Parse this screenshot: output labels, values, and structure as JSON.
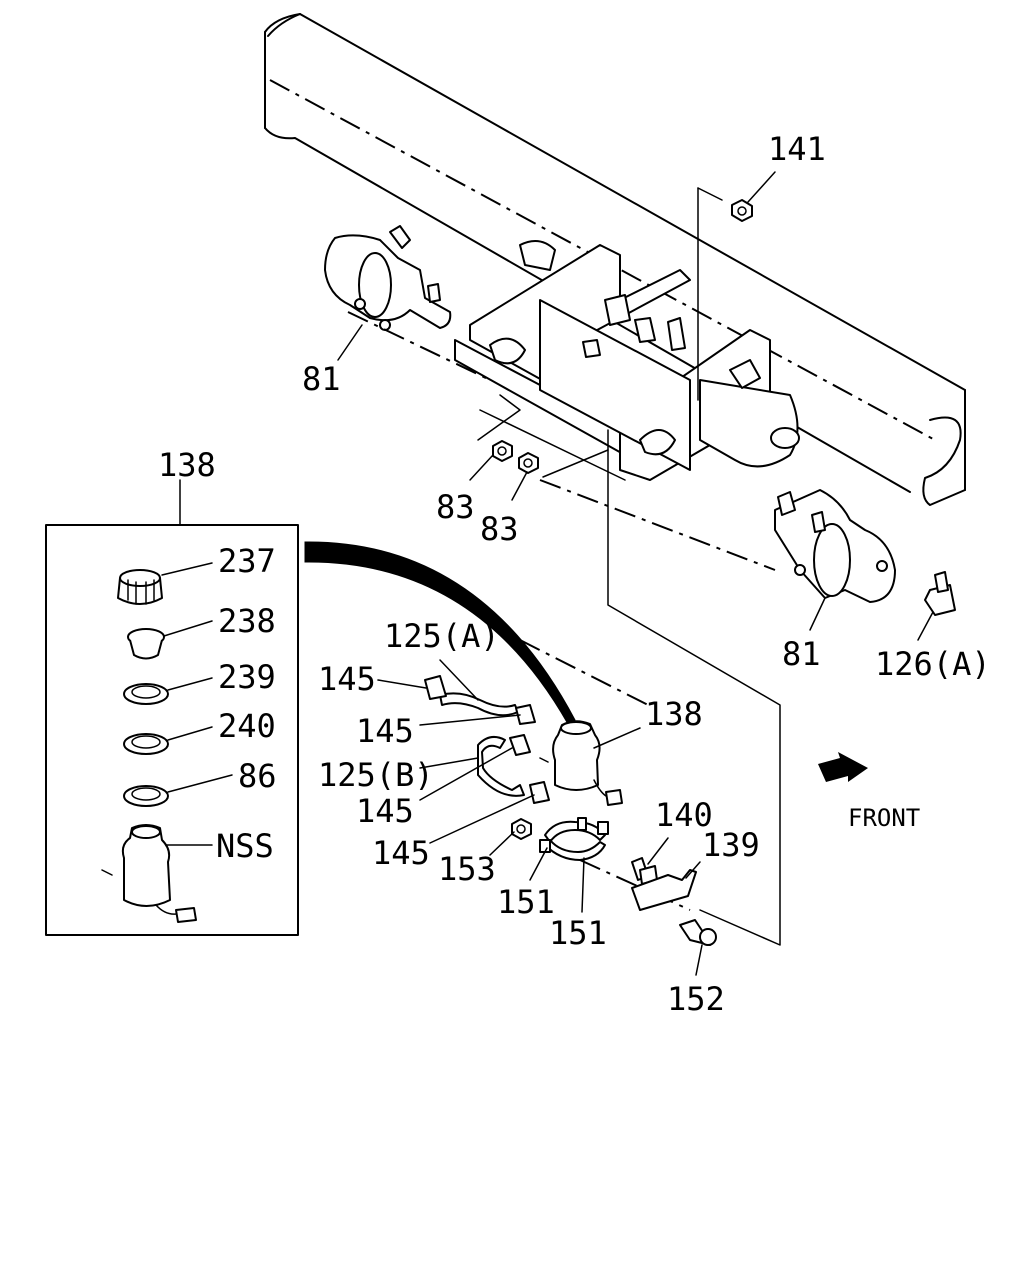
{
  "callouts": {
    "c141": "141",
    "c81_left": "81",
    "c81_right": "81",
    "c83_a": "83",
    "c83_b": "83",
    "c138_box": "138",
    "c237": "237",
    "c238": "238",
    "c239": "239",
    "c240": "240",
    "c86": "86",
    "cNSS": "NSS",
    "c125A": "125(A)",
    "c125B": "125(B)",
    "c145_a": "145",
    "c145_b": "145",
    "c145_c": "145",
    "c145_d": "145",
    "c138_tank": "138",
    "c126A": "126(A)",
    "c140": "140",
    "c139": "139",
    "c153": "153",
    "c151_a": "151",
    "c151_b": "151",
    "c152": "152"
  },
  "orientation": {
    "front_label": "FRONT",
    "arrow_icon": "front-arrow-icon"
  }
}
